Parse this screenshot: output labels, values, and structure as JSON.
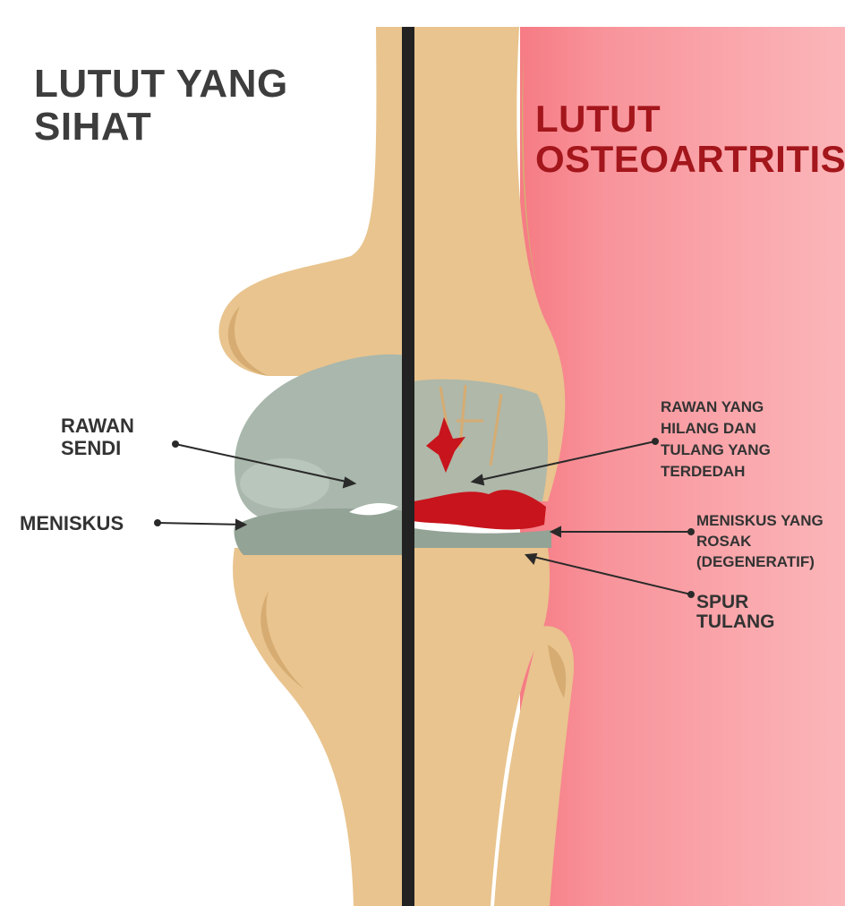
{
  "title_left": {
    "line1": "LUTUT YANG",
    "line2": "SIHAT"
  },
  "title_right": {
    "line1": "LUTUT",
    "line2": "OSTEOARTRITIS"
  },
  "labels": {
    "rawan_sendi": {
      "line1": "RAWAN",
      "line2": "SENDI"
    },
    "meniskus": "MENISKUS",
    "rawan_hilang": {
      "line1": "RAWAN YANG",
      "line2": "HILANG DAN",
      "line3": "TULANG YANG",
      "line4": "TERDEDAH"
    },
    "meniskus_rosak": {
      "line1": "MENISKUS YANG",
      "line2": "ROSAK",
      "line3": "(DEGENERATIF)"
    },
    "spur_tulang": {
      "line1": "SPUR",
      "line2": "TULANG"
    }
  },
  "colors": {
    "bone": "#e9c48e",
    "bone_shadow": "#d6ac72",
    "cartilage": "#a9b7ac",
    "cartilage_dark": "#93a396",
    "damage_red": "#c8141c",
    "title_red": "#a3161b",
    "divider": "#222222",
    "background_pink": "#f79a9f"
  }
}
